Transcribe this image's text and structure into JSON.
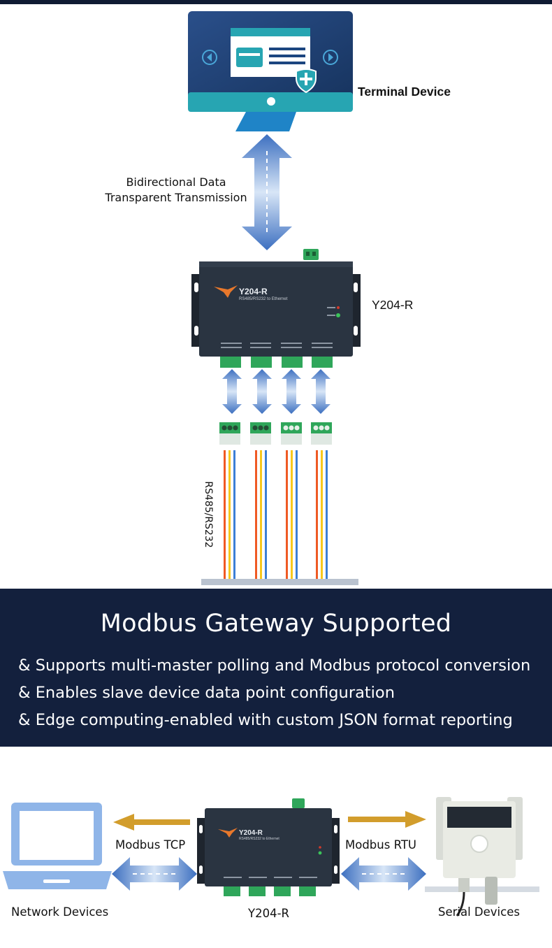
{
  "top_diagram": {
    "terminal_label": "Terminal Device",
    "transmission_line1": "Bidirectional Data",
    "transmission_line2": "Transparent Transmission",
    "device_label": "Y204-R",
    "device_model": "Y204-R",
    "device_subtitle": "RS485/RS232 to Ethernet",
    "bus_label": "RS485/RS232"
  },
  "banner": {
    "title": "Modbus Gateway Supported",
    "bullets": [
      "& Supports multi-master polling and Modbus protocol conversion",
      "& Enables slave device data point configuration",
      "& Edge computing-enabled with custom JSON format reporting"
    ]
  },
  "bottom_diagram": {
    "left_protocol": "Modbus TCP",
    "right_protocol": "Modbus RTU",
    "left_caption": "Network Devices",
    "center_caption": "Y204-R",
    "right_caption": "Serial Devices",
    "device_model": "Y204-R",
    "device_subtitle": "RS485/RS232 to Ethernet"
  },
  "colors": {
    "navy": "#13203d",
    "arrow_blue": "#3f73c4",
    "arrow_gold": "#d29d2c",
    "device_body": "#2a3441",
    "terminal_green": "#2fa65a"
  }
}
